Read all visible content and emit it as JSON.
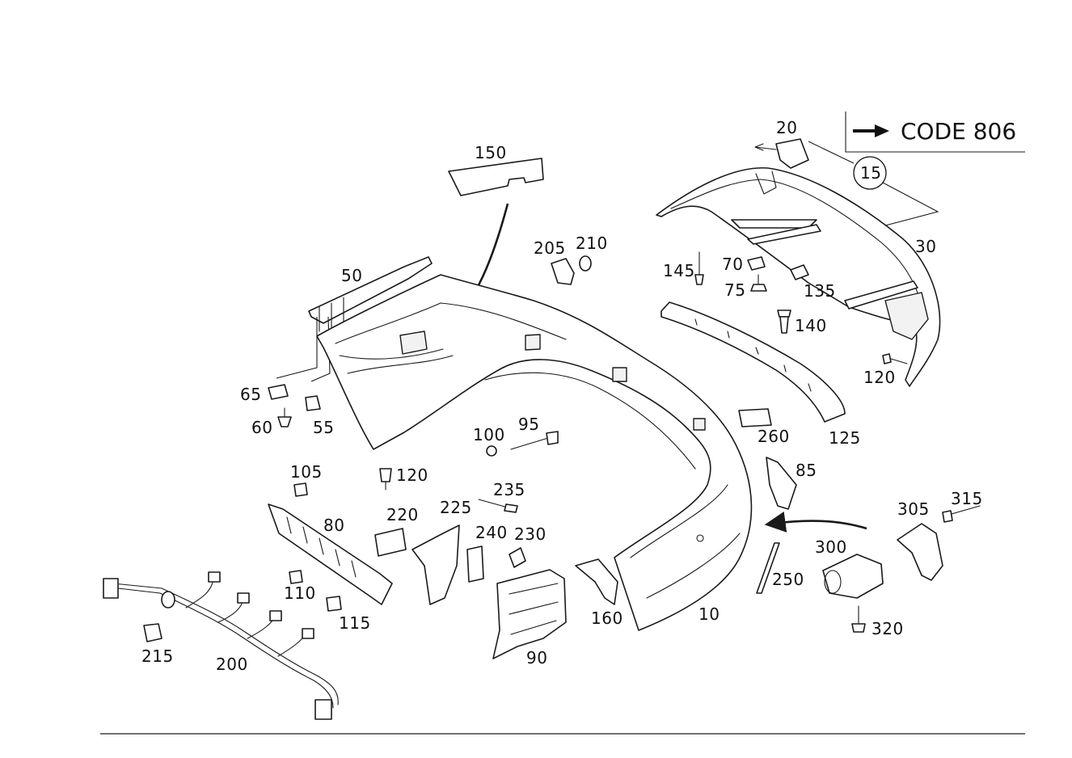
{
  "legend": {
    "code_label": "CODE 806",
    "group_callout": "15"
  },
  "callouts": {
    "c10": "10",
    "c20": "20",
    "c30": "30",
    "c50": "50",
    "c55": "55",
    "c60": "60",
    "c65": "65",
    "c70": "70",
    "c75": "75",
    "c80": "80",
    "c85": "85",
    "c90": "90",
    "c95": "95",
    "c100": "100",
    "c105": "105",
    "c110": "110",
    "c115": "115",
    "c120a": "120",
    "c120b": "120",
    "c125": "125",
    "c135": "135",
    "c140": "140",
    "c145": "145",
    "c150": "150",
    "c160": "160",
    "c200": "200",
    "c205": "205",
    "c210": "210",
    "c215": "215",
    "c220": "220",
    "c225": "225",
    "c230": "230",
    "c235": "235",
    "c240": "240",
    "c250": "250",
    "c260": "260",
    "c300": "300",
    "c305": "305",
    "c315": "315",
    "c320": "320"
  }
}
